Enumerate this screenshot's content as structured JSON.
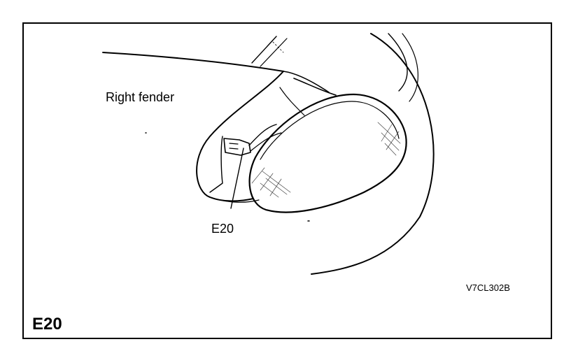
{
  "labels": {
    "part": "Right fender",
    "connector": "E20",
    "figure_code": "V7CL302B"
  },
  "figure": {
    "title": "E20"
  },
  "colors": {
    "line": "#000000",
    "background": "#ffffff"
  }
}
